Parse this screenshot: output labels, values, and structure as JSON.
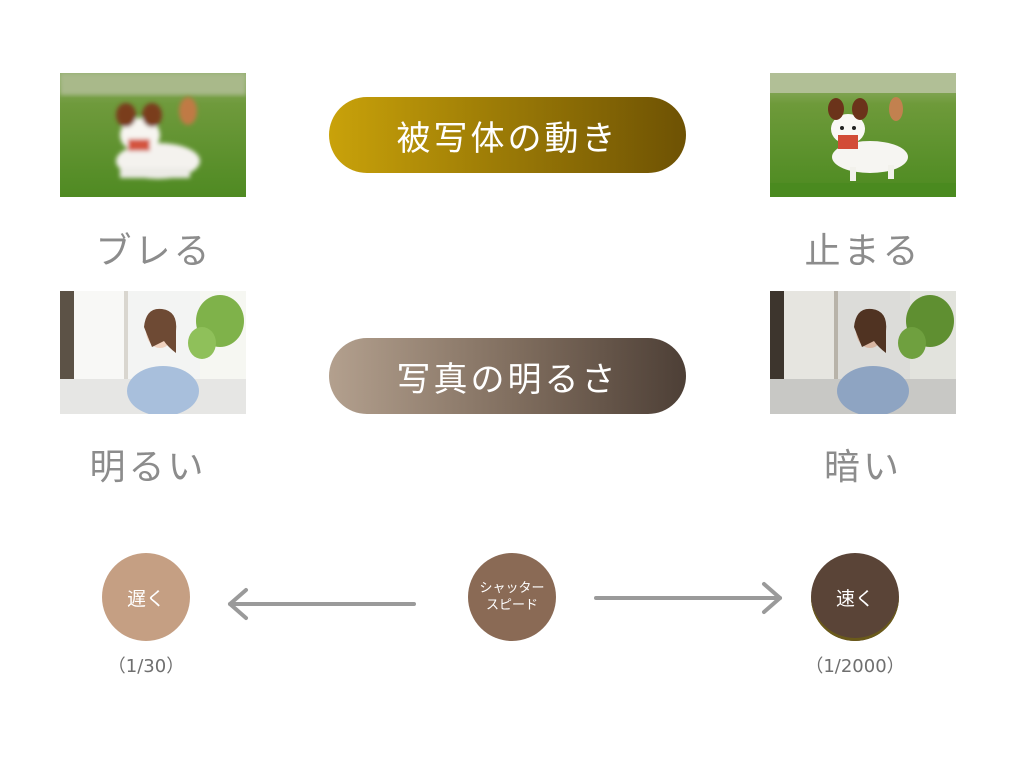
{
  "motion": {
    "label": "被写体の動き",
    "left_caption": "ブレる",
    "right_caption": "止まる"
  },
  "brightness": {
    "label": "写真の明るさ",
    "left_caption": "明るい",
    "right_caption": "暗い"
  },
  "shutter": {
    "center_line1": "シャッター",
    "center_line2": "スピード",
    "slow_label": "遅く",
    "slow_value": "（1/30）",
    "fast_label": "速く",
    "fast_value": "（1/2000）"
  },
  "colors": {
    "motion_pill_start": "#c9a20a",
    "motion_pill_end": "#6e5204",
    "brightness_pill_start": "#b3a08e",
    "brightness_pill_end": "#4d3f36",
    "slow_circle": "#c59f83",
    "shutter_circle": "#8a6a55",
    "fast_circle": "#5a4437",
    "arrow": "#9a9a9a"
  }
}
